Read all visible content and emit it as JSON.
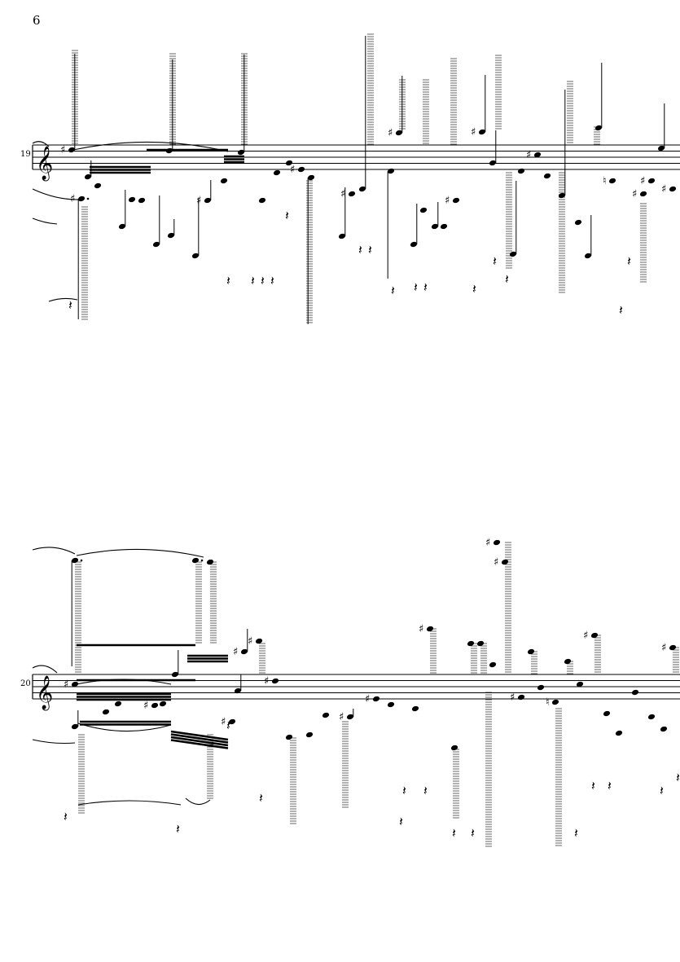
{
  "page": {
    "number": "6"
  },
  "systems": [
    {
      "measure_number": "19",
      "clef": "treble",
      "ink": "#000000"
    },
    {
      "measure_number": "20",
      "clef": "treble",
      "ink": "#000000"
    }
  ],
  "icons": {
    "clef": "treble-clef-icon",
    "note": "notehead-icon",
    "rest": "quarter-rest-icon",
    "accidental": "sharp-icon",
    "natural": "natural-icon"
  }
}
